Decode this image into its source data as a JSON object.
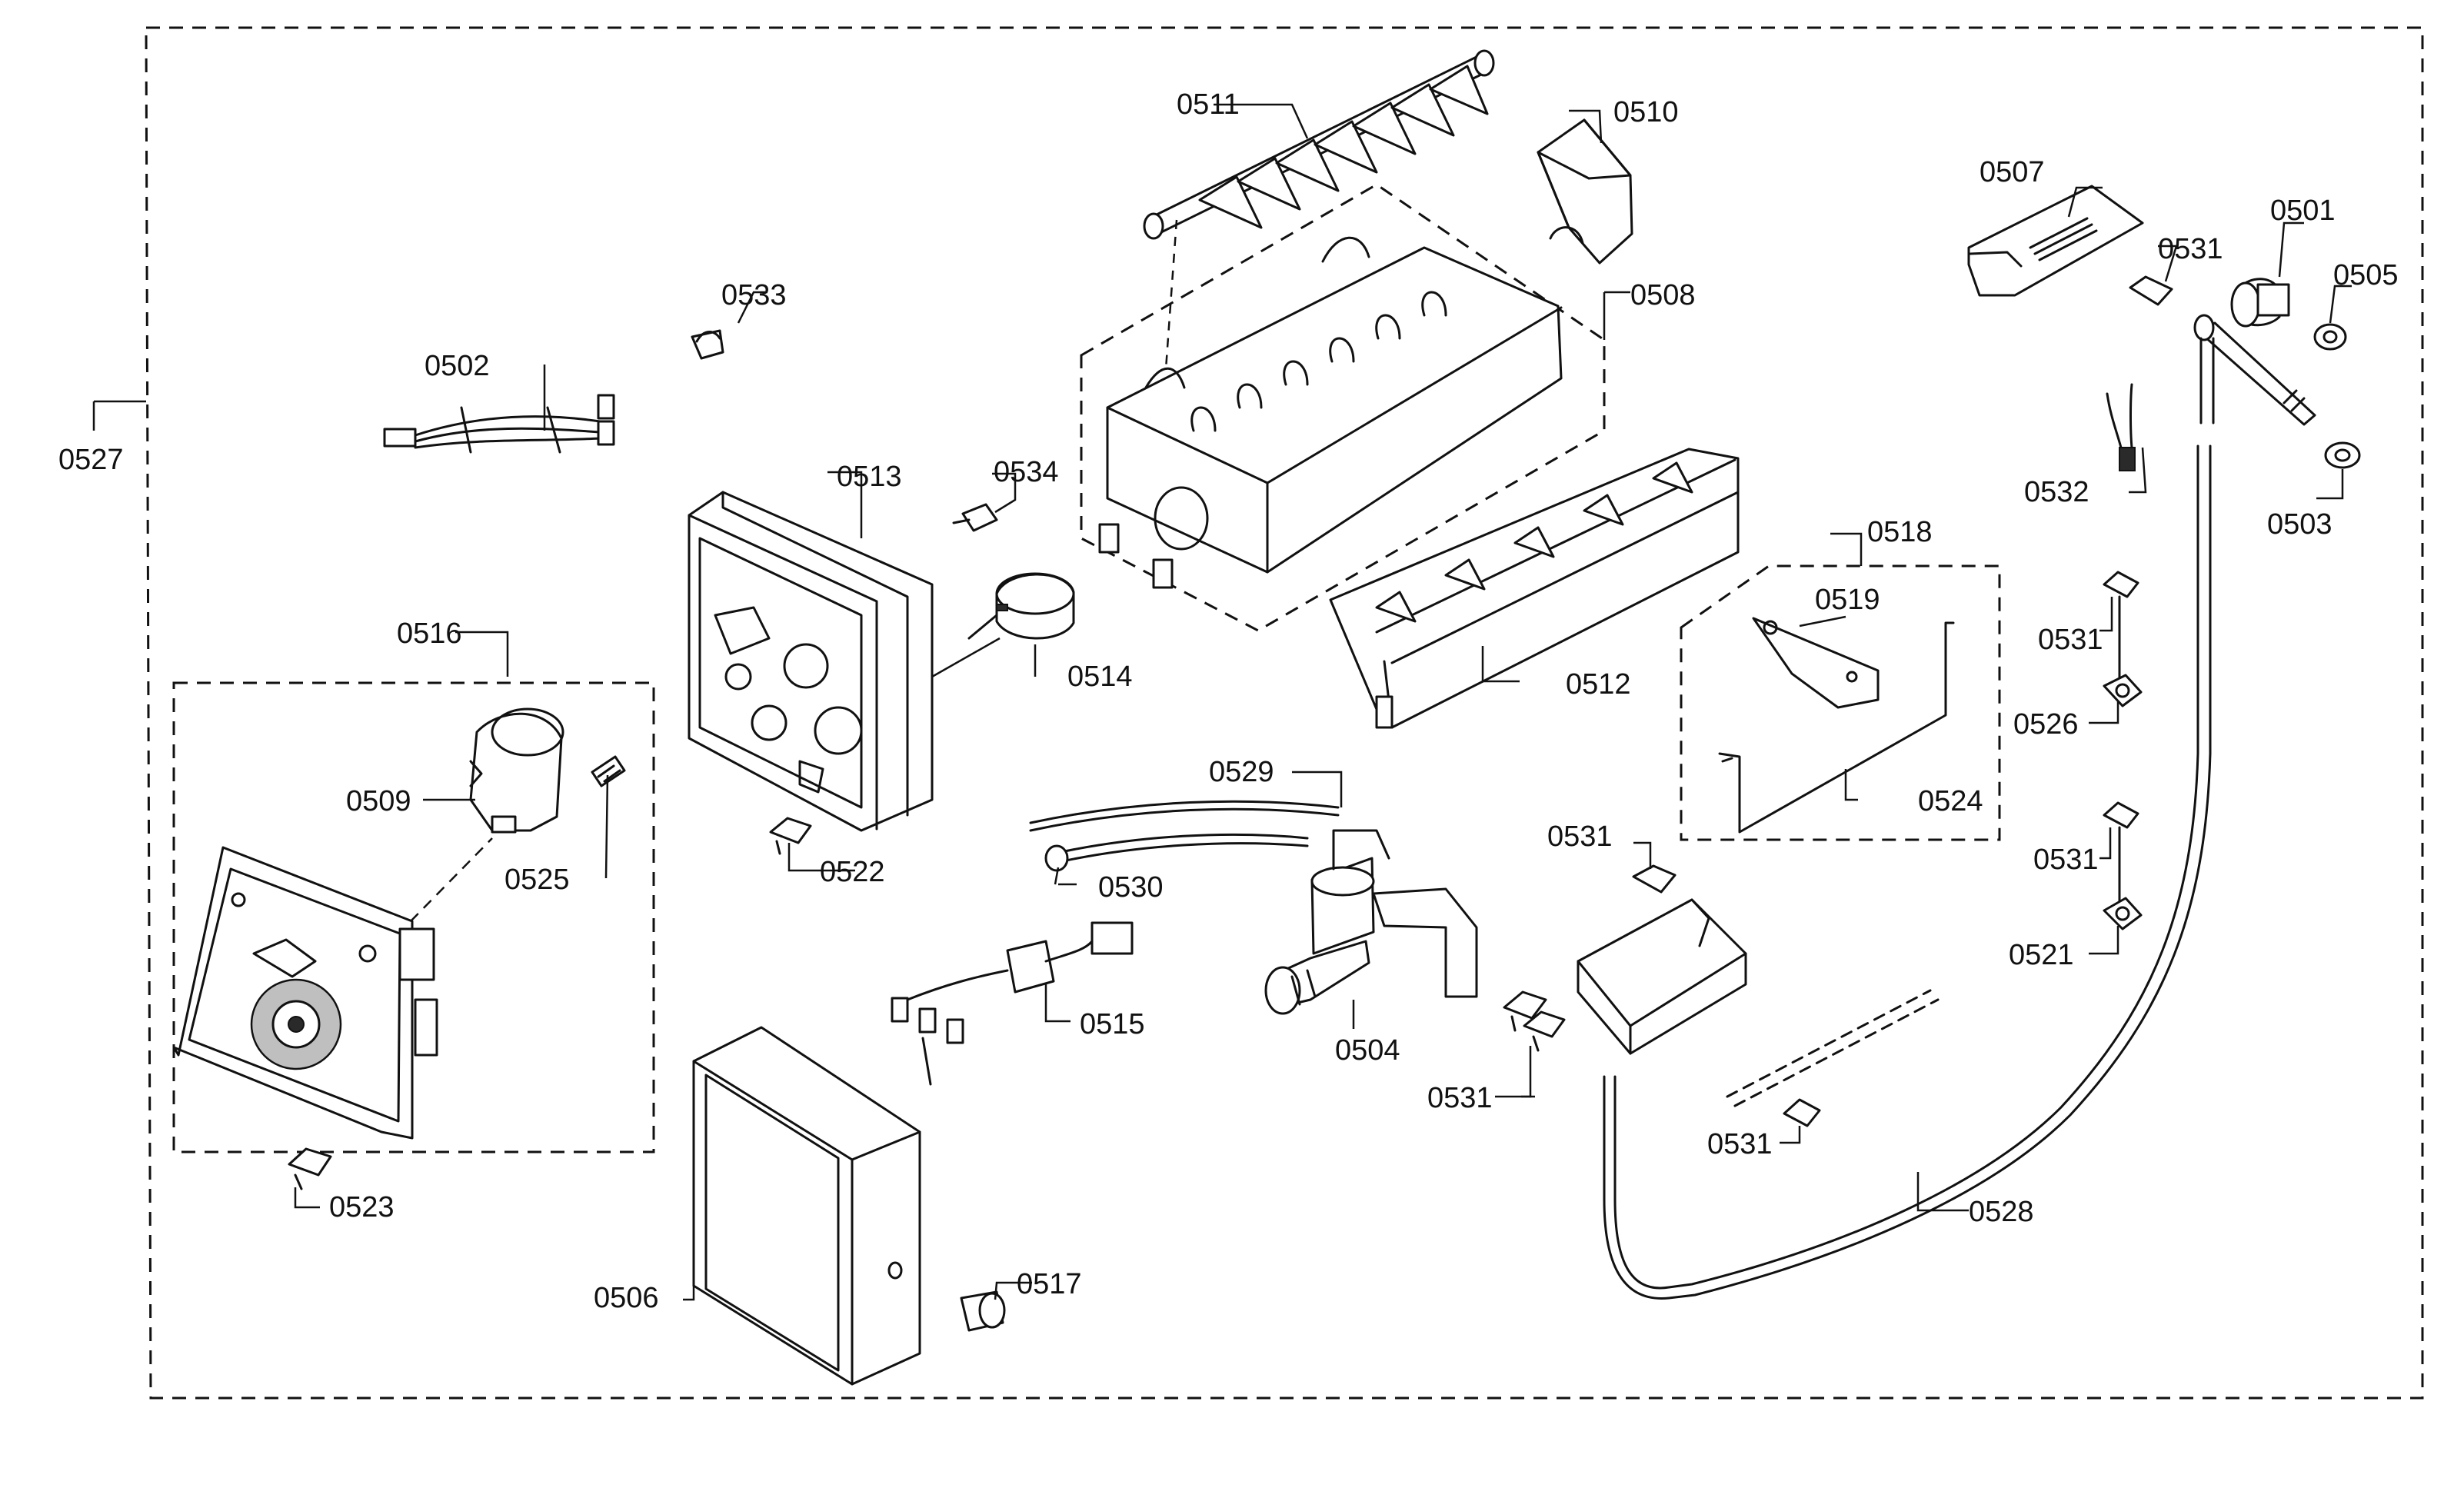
{
  "callouts": {
    "c0501": "0501",
    "c0502": "0502",
    "c0503": "0503",
    "c0504": "0504",
    "c0505": "0505",
    "c0506": "0506",
    "c0507": "0507",
    "c0508": "0508",
    "c0509": "0509",
    "c0510": "0510",
    "c0511": "0511",
    "c0512": "0512",
    "c0513": "0513",
    "c0514": "0514",
    "c0515": "0515",
    "c0516": "0516",
    "c0517": "0517",
    "c0518": "0518",
    "c0519": "0519",
    "c0521": "0521",
    "c0522": "0522",
    "c0523": "0523",
    "c0524": "0524",
    "c0525": "0525",
    "c0526": "0526",
    "c0527": "0527",
    "c0528": "0528",
    "c0529": "0529",
    "c0530": "0530",
    "c0531": "0531",
    "c0532": "0532",
    "c0533": "0533",
    "c0534": "0534"
  }
}
